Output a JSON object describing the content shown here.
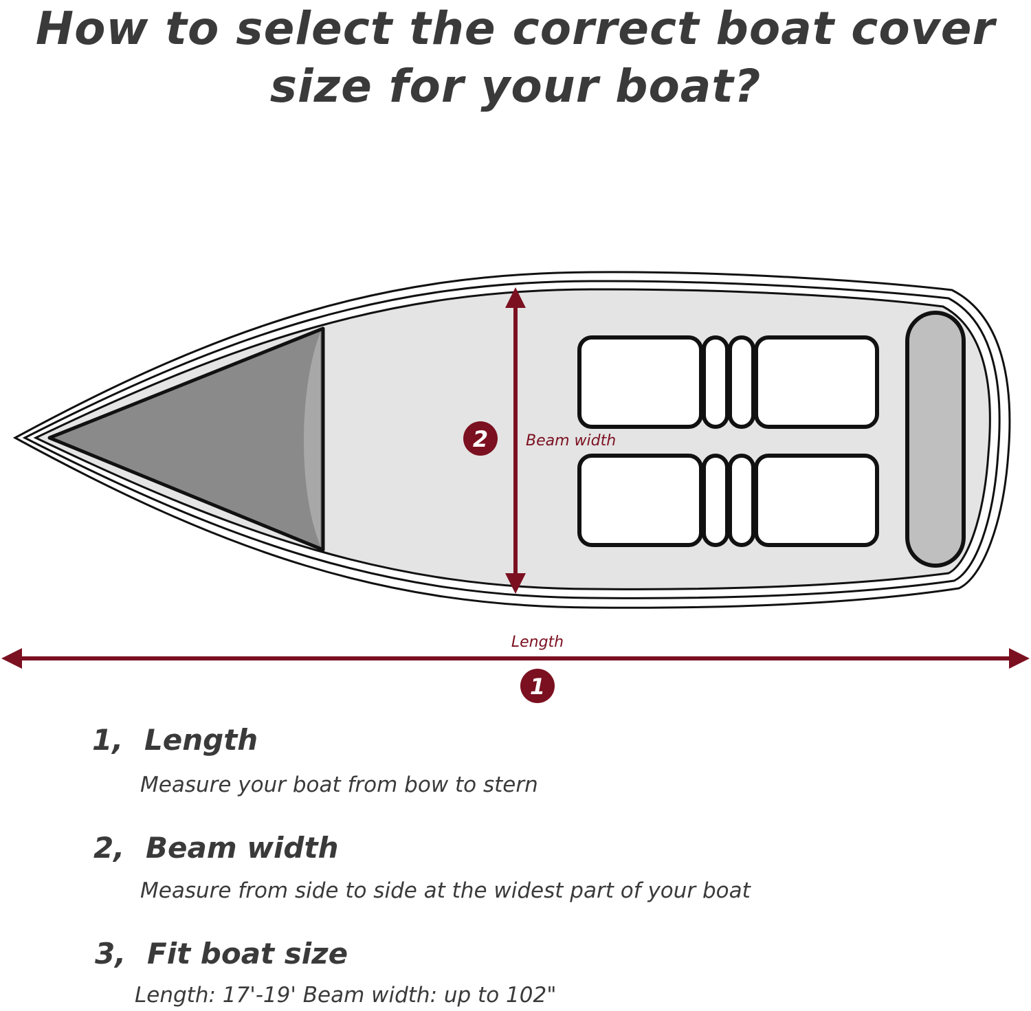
{
  "title": {
    "line1": "How to select the correct boat cover",
    "line2": "size for your boat?"
  },
  "diagram": {
    "beam_label": "Beam width",
    "beam_badge": "2",
    "length_label": "Length",
    "length_badge": "1",
    "colors": {
      "accent": "#7b1020",
      "hull_fill": "#e4e4e4",
      "deck_fill": "#8a8a8a",
      "deck_panel": "#a8a8a8",
      "stern_fill": "#bfbfbf",
      "outline": "#111111"
    }
  },
  "steps": [
    {
      "number": "1,",
      "heading": "Length",
      "text": "Measure your boat from bow to stern"
    },
    {
      "number": "2,",
      "heading": "Beam width",
      "text": "Measure from side to side at the widest part of your boat"
    },
    {
      "number": "3,",
      "heading": "Fit boat size",
      "text": "Length: 17'-19'  Beam width: up to 102\""
    }
  ]
}
